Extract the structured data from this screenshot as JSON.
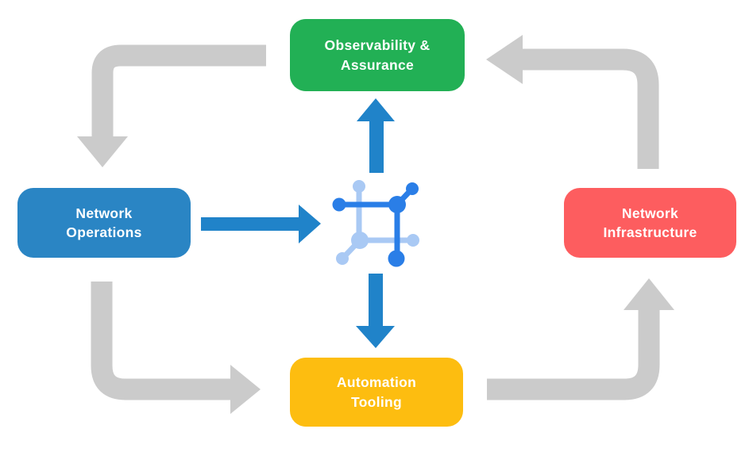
{
  "diagram": {
    "title": "network automation lifecycle diagram",
    "nodes": [
      {
        "id": "observability-assurance",
        "label": "Observability &\nAssurance",
        "color": "#22b055",
        "position": "top-center"
      },
      {
        "id": "network-operations",
        "label": "Network\nOperations",
        "color": "#2a85c4",
        "position": "middle-left"
      },
      {
        "id": "network-infrastructure",
        "label": "Network\nInfrastructure",
        "color": "#fd5d5f",
        "position": "middle-right"
      },
      {
        "id": "automation-tooling",
        "label": "Automation\nTooling",
        "color": "#fdbd10",
        "position": "bottom-center"
      }
    ],
    "center_icon": "network-mesh-icon",
    "flows": [
      {
        "from": "Observability & Assurance",
        "to": "Network Operations",
        "style": "gray-elbow"
      },
      {
        "from": "Network Infrastructure",
        "to": "Observability & Assurance",
        "style": "gray-elbow"
      },
      {
        "from": "Network Operations",
        "to": "Automation Tooling",
        "style": "gray-elbow"
      },
      {
        "from": "Automation Tooling",
        "to": "Network Infrastructure",
        "style": "gray-elbow"
      },
      {
        "from": "Network Operations",
        "to": "center-icon",
        "style": "blue-straight"
      },
      {
        "from": "center-icon",
        "to": "Observability & Assurance",
        "style": "blue-straight"
      },
      {
        "from": "center-icon",
        "to": "Automation Tooling",
        "style": "blue-straight"
      }
    ]
  },
  "colors": {
    "background": "#ffffff",
    "box-observability": "#22b055",
    "box-operations": "#2a85c4",
    "box-infrastructure": "#fd5d5f",
    "box-automation": "#fdbd10",
    "box-text": "#ffffff",
    "arrow-gray": "#cbcbcb",
    "arrow-blue": "#2083c9",
    "icon-dark": "#2a7ee7",
    "icon-light": "#a9c9f4"
  }
}
